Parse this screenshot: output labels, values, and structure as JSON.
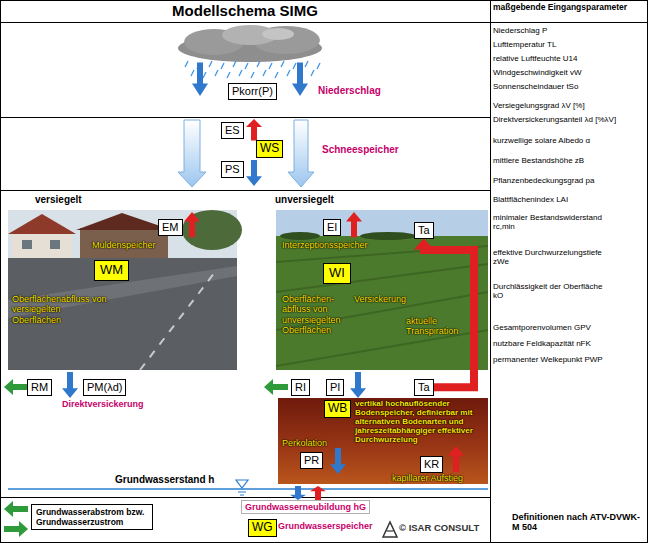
{
  "diagram": {
    "title": "Modellschema SIMG",
    "nodes": [
      {
        "text": [
          "Pkorr(P)"
        ]
      },
      {
        "text": [
          "ES"
        ]
      },
      {
        "text": [
          "WS"
        ]
      },
      {
        "text": [
          "PS"
        ]
      },
      {
        "text": [
          "EM"
        ]
      },
      {
        "text": [
          "EI"
        ]
      },
      {
        "text": [
          "Ta"
        ]
      },
      {
        "text": [
          "WM"
        ]
      },
      {
        "text": [
          "WI"
        ]
      },
      {
        "text": [
          "RM"
        ]
      },
      {
        "text": [
          "PM(λd)"
        ]
      },
      {
        "text": [
          "RI"
        ]
      },
      {
        "text": [
          "PI"
        ]
      },
      {
        "text": [
          "Ta"
        ]
      },
      {
        "text": [
          "WB"
        ]
      },
      {
        "text": [
          "PR"
        ]
      },
      {
        "text": [
          "KR"
        ]
      },
      {
        "text": [
          "Grundwasserneubildung hG"
        ]
      },
      {
        "text": [
          "Grundwasserabstrom bzw. Grundwasserzustrom"
        ]
      },
      {
        "text": [
          "WG"
        ]
      }
    ],
    "edges": [
      {
        "from": 13,
        "to": 6,
        "arrow": "to"
      }
    ],
    "labels": [
      "maßgebende Eingangsparameter",
      "Niederschlag P",
      "Lufttemperatur TL",
      "relative Luftfeuchte U14",
      "Windgeschwindigkeit vW",
      "Sonnenscheindauer tSo",
      "Versiegelungsgrad λV [%]",
      "Direktversickerungsanteil λd [%λV]",
      "kurzwellige solare Albedo α",
      "mittlere Bestandshöhe zB",
      "Pflanzenbedeckungsgrad pa",
      "Blattflächenindex LAI",
      "minimaler Bestandswiderstand rc,min",
      "effektive Durchwurzelungstiefe zWe",
      "Durchlässigkeit der Oberfläche kO",
      "Gesamtporenvolumen GPV",
      "nutzbare Feldkapazität nFK",
      "permanenter Welkepunkt PWP",
      "Niederschlag",
      "Schneespeicher",
      "versiegelt",
      "unversiegelt",
      "Muldenspeicher",
      "Oberflächenabfluss von versiegelten Oberflächen",
      "Direktversickerung",
      "Interzeptionsspeicher",
      "Oberflächen- abfluss von unversiegelten Oberflächen",
      "Versickerung",
      "aktuelle Transpiration",
      "vertikal hochauflösender Bodenspeicher, definierbar mit alternativen Bodenarten und jahreszeitabhängiger effektiver Durchwurzelung",
      "Perkolation",
      "kapillarer Aufstieg",
      "Grundwasserstand h",
      "Grundwasserspeicher",
      "© ISAR CONSULT",
      "Definitionen nach ATV-DVWK-M 504"
    ]
  }
}
